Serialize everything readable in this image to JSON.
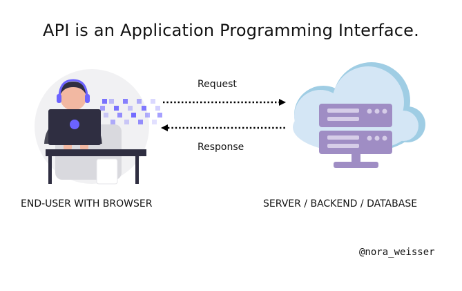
{
  "title": "API is an Application Programming Interface.",
  "arrows": {
    "request_label": "Request",
    "response_label": "Response"
  },
  "nodes": {
    "client_label": "END-USER WITH BROWSER",
    "server_label": "SERVER / BACKEND / DATABASE"
  },
  "credit": "@nora_weisser",
  "colors": {
    "accent": "#6c63ff",
    "server_purple": "#9f8dc4",
    "cloud": "#d4e6f5",
    "dark": "#2f2e41"
  }
}
